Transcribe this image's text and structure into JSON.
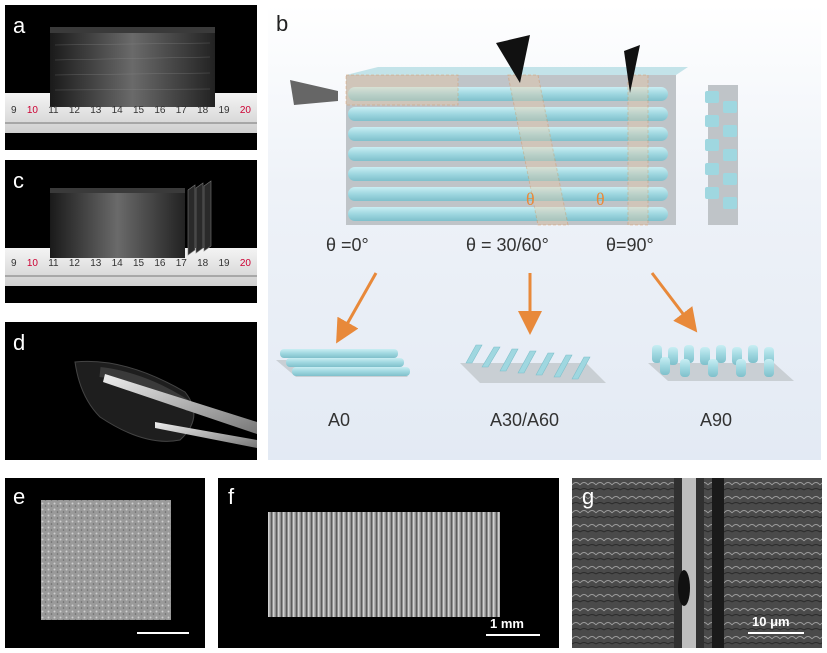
{
  "panels": {
    "a": {
      "label": "a",
      "ruler_numbers": [
        "9",
        "10",
        "11",
        "12",
        "13",
        "14",
        "15",
        "16",
        "17",
        "18",
        "19",
        "20"
      ]
    },
    "b": {
      "label": "b",
      "angles": {
        "left": "θ =0°",
        "mid": "θ = 30/60°",
        "right": "θ=90°"
      },
      "theta_mark_1": "θ",
      "theta_mark_2": "θ",
      "samples": {
        "s1": "A0",
        "s2": "A30/A60",
        "s3": "A90"
      }
    },
    "c": {
      "label": "c",
      "ruler_numbers": [
        "9",
        "10",
        "11",
        "12",
        "13",
        "14",
        "15",
        "16",
        "17",
        "18",
        "19",
        "20"
      ]
    },
    "d": {
      "label": "d"
    },
    "e": {
      "label": "e"
    },
    "f": {
      "label": "f",
      "scalebar": "1 mm"
    },
    "g": {
      "label": "g",
      "scalebar": "10 μm"
    }
  },
  "colors": {
    "fiber": "#9fd7e0",
    "accent": "#e8893a",
    "panel_b_bg": "#e6edf6"
  }
}
